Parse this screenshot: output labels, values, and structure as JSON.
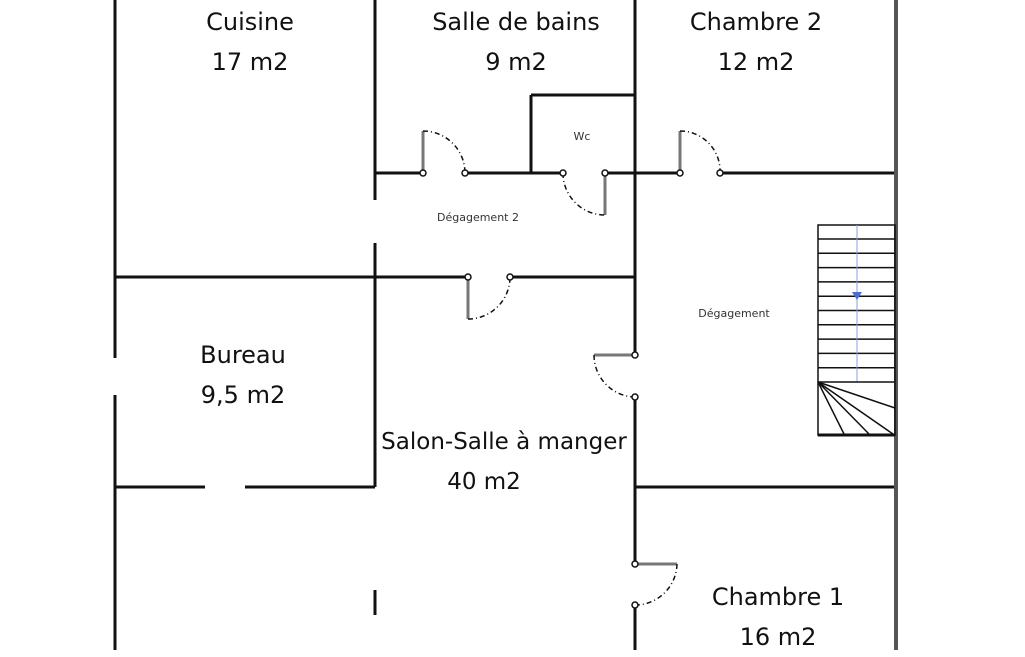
{
  "rooms": {
    "cuisine": {
      "name": "Cuisine",
      "area": "17 m2"
    },
    "salle_de_bains": {
      "name": "Salle de bains",
      "area": "9 m2"
    },
    "chambre2": {
      "name": "Chambre 2",
      "area": "12 m2"
    },
    "wc": {
      "name": "Wc"
    },
    "degagement2": {
      "name": "Dégagement 2"
    },
    "degagement": {
      "name": "Dégagement"
    },
    "bureau": {
      "name": "Bureau",
      "area": "9,5 m2"
    },
    "salon": {
      "name": "Salon-Salle à manger",
      "area": "40 m2"
    },
    "chambre1": {
      "name": "Chambre 1",
      "area": "16 m2"
    }
  },
  "colors": {
    "wall": "#111111",
    "outer_wall": "#555555",
    "stair_arrow": "#4a6fd0"
  }
}
